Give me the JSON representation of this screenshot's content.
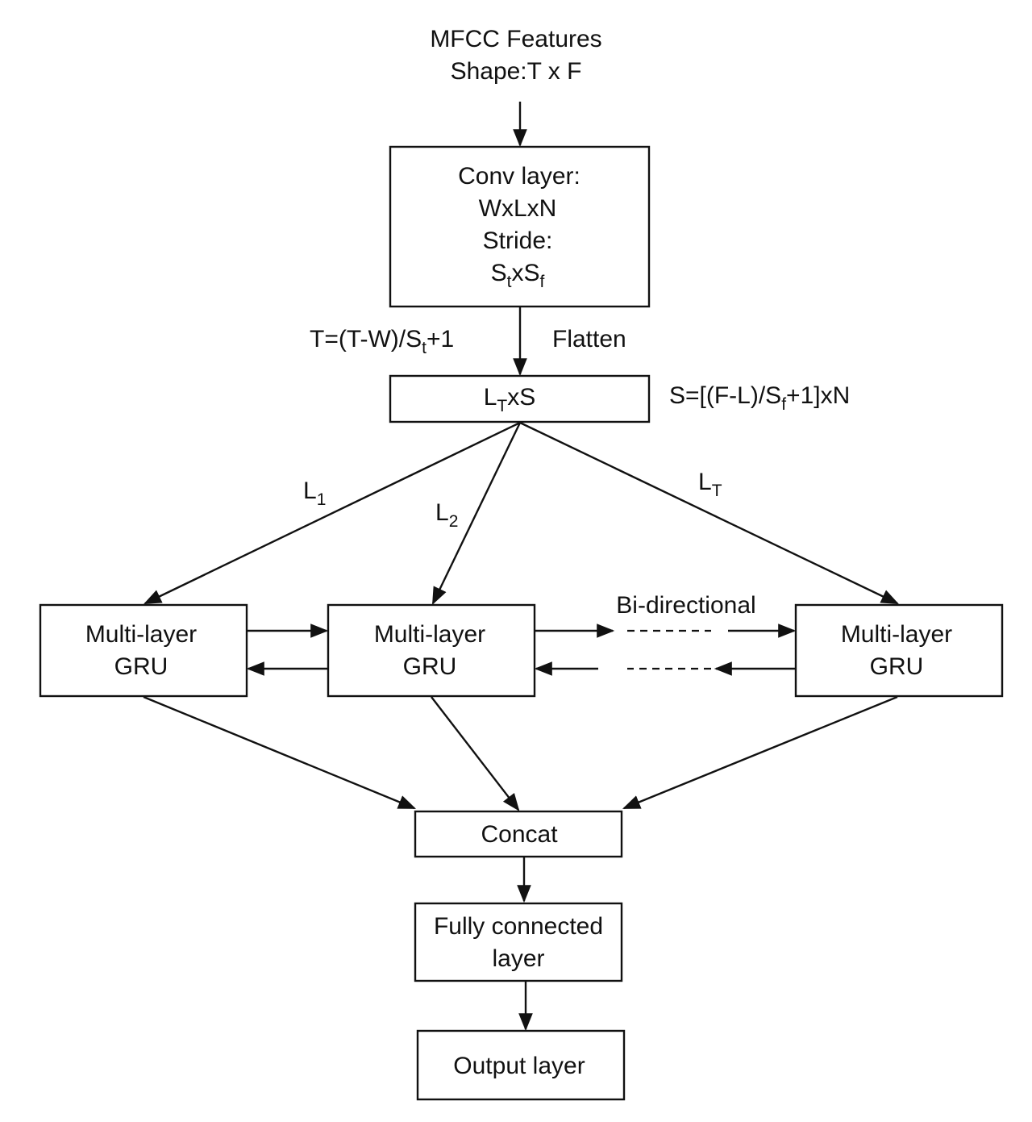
{
  "input": {
    "line1": "MFCC Features",
    "line2": "Shape:T x F"
  },
  "conv": {
    "line1": "Conv layer:",
    "line2": "WxLxN",
    "line3": "Stride:",
    "stride_base1": "S",
    "stride_sub1": "t",
    "stride_mid": "x",
    "stride_base2": "S",
    "stride_sub2": "f"
  },
  "time_formula": {
    "pre": "T=(T-W)/S",
    "sub": "t",
    "post": "+1"
  },
  "flatten": "Flatten",
  "flat_box": {
    "base": "L",
    "sub": "T",
    "post": "xS"
  },
  "size_formula": {
    "pre": "S=[(F-L)/S",
    "sub": "f",
    "post": "+1]xN"
  },
  "branch_labels": [
    {
      "base": "L",
      "sub": "1"
    },
    {
      "base": "L",
      "sub": "2"
    },
    {
      "base": "L",
      "sub": "T"
    }
  ],
  "bidirectional": "Bi-directional",
  "gru_boxes": [
    {
      "line1": "Multi-layer",
      "line2": "GRU"
    },
    {
      "line1": "Multi-layer",
      "line2": "GRU"
    },
    {
      "line1": "Multi-layer",
      "line2": "GRU"
    }
  ],
  "concat": "Concat",
  "fc": {
    "line1": "Fully connected",
    "line2": "layer"
  },
  "output": "Output layer"
}
